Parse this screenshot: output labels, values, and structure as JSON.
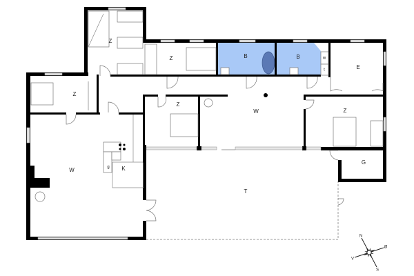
{
  "rooms": {
    "bedroom_top_left": "Z",
    "bedroom_top": "Z",
    "bath_1": "B",
    "bath_2": "B",
    "washer": "w",
    "dryer": "t",
    "utility": "E",
    "bedroom_left": "Z",
    "living_left": "W",
    "kitchen": "K",
    "dishwasher": "g",
    "bedroom_center": "Z",
    "living_center": "W",
    "bedroom_right": "Z",
    "storage": "G",
    "terrace": "T"
  },
  "compass": {
    "north": "N",
    "east": "Ø",
    "south": "S",
    "west": "V"
  },
  "colors": {
    "wall": "#000000",
    "bathroom": "#a9c9f7",
    "bathtub": "#5b79b5"
  }
}
